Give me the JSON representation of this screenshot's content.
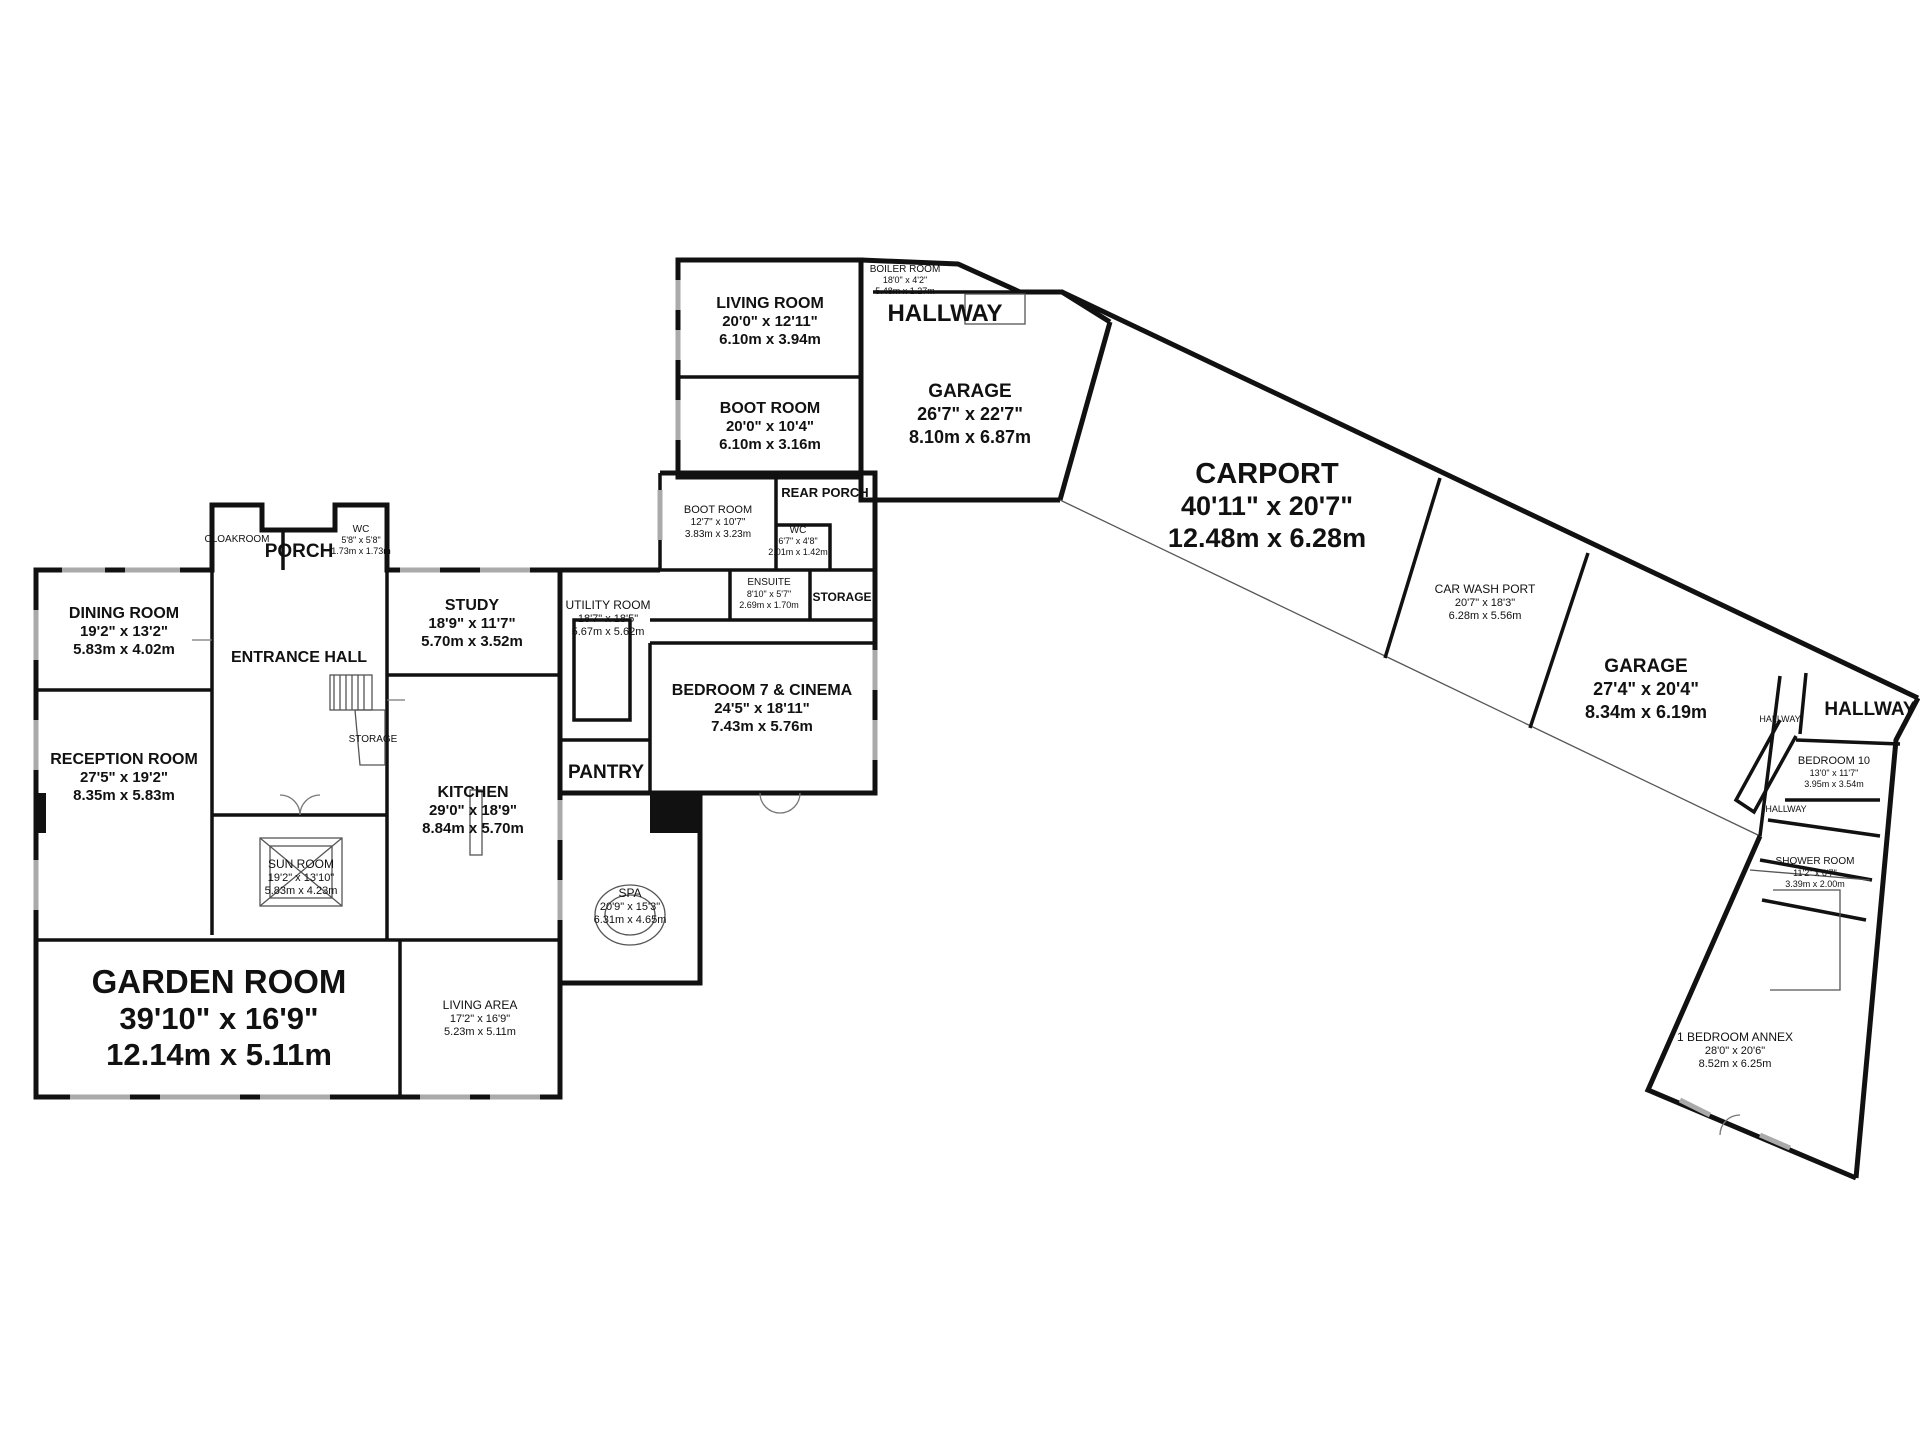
{
  "plan": {
    "rooms": [
      {
        "id": "living-room",
        "name": "LIVING ROOM",
        "dim_imperial": "20'0\"  x 12'11\"",
        "dim_metric": "6.10m  x 3.94m"
      },
      {
        "id": "boiler-room",
        "name": "BOILER ROOM",
        "dim_imperial": "18'0\" x 4'2\"",
        "dim_metric": "5.48m x 1.27m"
      },
      {
        "id": "hallway-north",
        "name": "HALLWAY"
      },
      {
        "id": "boot-room",
        "name": "BOOT ROOM",
        "dim_imperial": "20'0\"  x 10'4\"",
        "dim_metric": "6.10m  x 3.16m"
      },
      {
        "id": "garage-north",
        "name": "GARAGE",
        "dim_imperial": "26'7\"  x 22'7\"",
        "dim_metric": "8.10m  x 6.87m"
      },
      {
        "id": "carport",
        "name": "CARPORT",
        "dim_imperial": "40'11\"  x 20'7\"",
        "dim_metric": "12.48m  x 6.28m"
      },
      {
        "id": "car-wash-port",
        "name": "CAR WASH PORT",
        "dim_imperial": "20'7\"  x 18'3\"",
        "dim_metric": "6.28m  x 5.56m"
      },
      {
        "id": "garage-east",
        "name": "GARAGE",
        "dim_imperial": "27'4\"  x 20'4\"",
        "dim_metric": "8.34m  x 6.19m"
      },
      {
        "id": "hallway-east",
        "name": "HALLWAY"
      },
      {
        "id": "hallway-small-1",
        "name": "HALLWAY"
      },
      {
        "id": "hallway-small-2",
        "name": "HALLWAY"
      },
      {
        "id": "bedroom-10",
        "name": "BEDROOM 10",
        "dim_imperial": "13'0\"  x 11'7\"",
        "dim_metric": "3.95m  x 3.54m"
      },
      {
        "id": "shower-room",
        "name": "SHOWER ROOM",
        "dim_imperial": "11'2\"  x 6'7\"",
        "dim_metric": "3.39m  x 2.00m"
      },
      {
        "id": "annex",
        "name": "1 BEDROOM ANNEX",
        "dim_imperial": "28'0\"  x 20'6\"",
        "dim_metric": "8.52m  x 6.25m"
      },
      {
        "id": "boot-room-2",
        "name": "BOOT ROOM",
        "dim_imperial": "12'7\"  x 10'7\"",
        "dim_metric": "3.83m  x 3.23m"
      },
      {
        "id": "rear-porch",
        "name": "REAR PORCH"
      },
      {
        "id": "wc-rear",
        "name": "WC",
        "dim_imperial": "6'7\"  x 4'8\"",
        "dim_metric": "2.01m  x 1.42m"
      },
      {
        "id": "ensuite",
        "name": "ENSUITE",
        "dim_imperial": "8'10\"  x 5'7\"",
        "dim_metric": "2.69m  x 1.70m"
      },
      {
        "id": "storage-rear",
        "name": "STORAGE"
      },
      {
        "id": "cloakroom",
        "name": "CLOAKROOM"
      },
      {
        "id": "porch",
        "name": "PORCH"
      },
      {
        "id": "wc-front",
        "name": "WC",
        "dim_imperial": "5'8\"  x 5'8\"",
        "dim_metric": "1.73m  x 1.73m"
      },
      {
        "id": "dining-room",
        "name": "DINING ROOM",
        "dim_imperial": "19'2\"  x 13'2\"",
        "dim_metric": "5.83m  x 4.02m"
      },
      {
        "id": "entrance-hall",
        "name": "ENTRANCE HALL"
      },
      {
        "id": "study",
        "name": "STUDY",
        "dim_imperial": "18'9\"  x 11'7\"",
        "dim_metric": "5.70m  x 3.52m"
      },
      {
        "id": "utility-room",
        "name": "UTILITY ROOM",
        "dim_imperial": "18'7\"  x 18'5\"",
        "dim_metric": "5.67m  x 5.62m"
      },
      {
        "id": "bedroom-7",
        "name": "BEDROOM 7 & CINEMA",
        "dim_imperial": "24'5\"  x 18'11\"",
        "dim_metric": "7.43m  x 5.76m"
      },
      {
        "id": "reception-room",
        "name": "RECEPTION ROOM",
        "dim_imperial": "27'5\"  x 19'2\"",
        "dim_metric": "8.35m  x 5.83m"
      },
      {
        "id": "storage-stairs",
        "name": "STORAGE"
      },
      {
        "id": "pantry",
        "name": "PANTRY"
      },
      {
        "id": "kitchen",
        "name": "KITCHEN",
        "dim_imperial": "29'0\"  x 18'9\"",
        "dim_metric": "8.84m  x 5.70m"
      },
      {
        "id": "sun-room",
        "name": "SUN ROOM",
        "dim_imperial": "19'2\"  x 13'10\"",
        "dim_metric": "5.83m  x 4.23m"
      },
      {
        "id": "spa",
        "name": "SPA",
        "dim_imperial": "20'9\"  x 15'3\"",
        "dim_metric": "6.31m  x 4.65m"
      },
      {
        "id": "garden-room",
        "name": "GARDEN ROOM",
        "dim_imperial": "39'10\"  x 16'9\"",
        "dim_metric": "12.14m  x 5.11m"
      },
      {
        "id": "living-area",
        "name": "LIVING AREA",
        "dim_imperial": "17'2\"  x 16'9\"",
        "dim_metric": "5.23m  x 5.11m"
      }
    ]
  }
}
